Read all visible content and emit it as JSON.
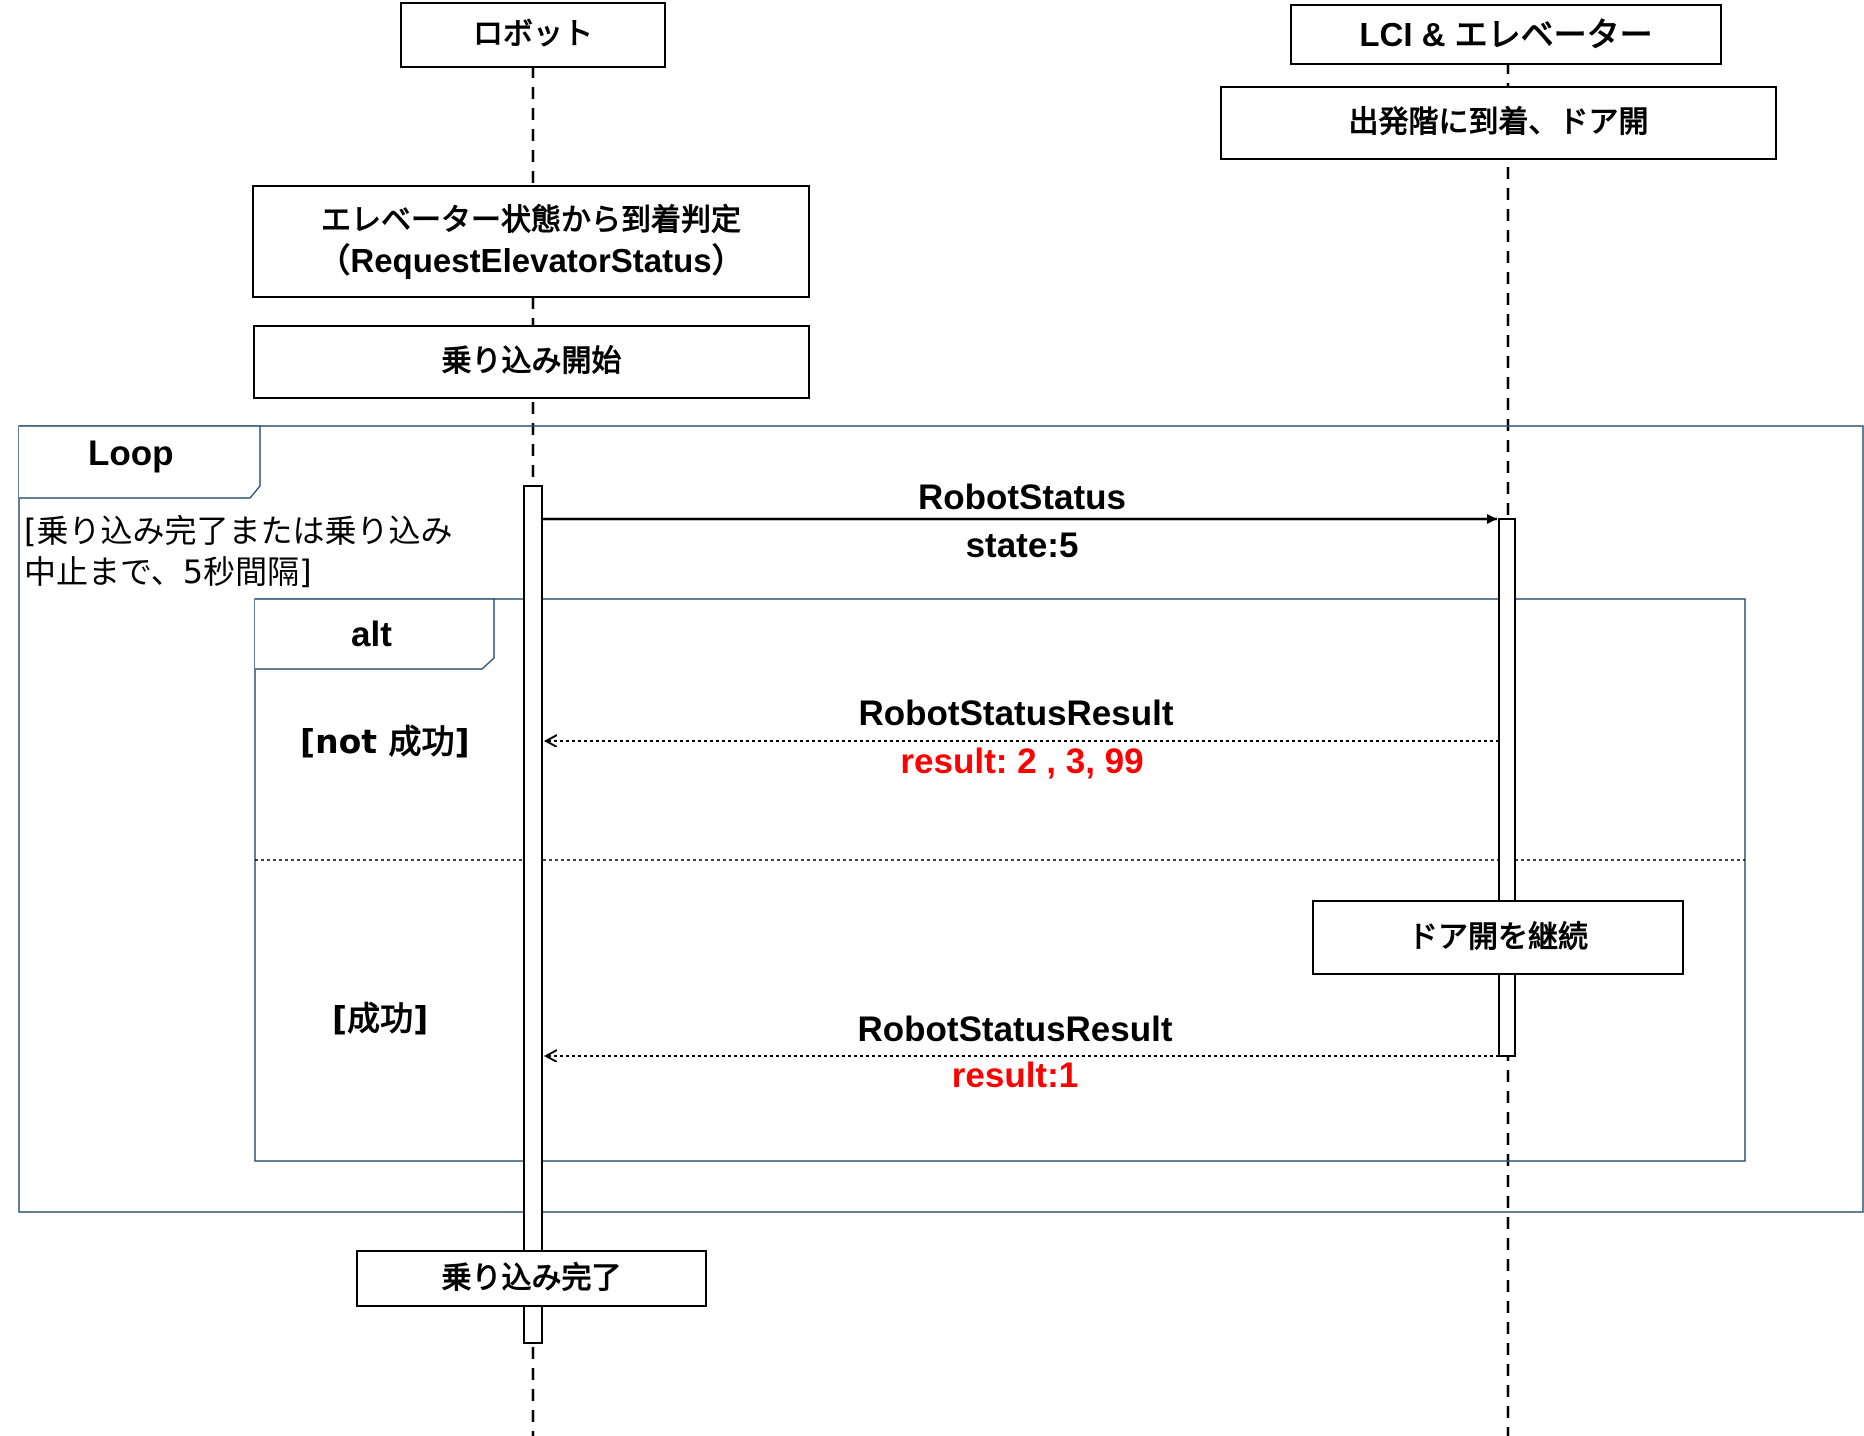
{
  "participants": {
    "robot": "ロボット",
    "lci": "LCI & エレベーター"
  },
  "notes": {
    "door_open_arrival": "出発階に到着、ドア開",
    "judge_line1": "エレベーター状態から到着判定",
    "judge_line2": "（RequestElevatorStatus）",
    "boarding_start": "乗り込み開始",
    "door_keep_open": "ドア開を継続",
    "boarding_done": "乗り込み完了"
  },
  "loop": {
    "label": "Loop",
    "guard_line1": "[乗り込み完了または乗り込み",
    "guard_line2": "中止まで、5秒間隔]"
  },
  "alt": {
    "label": "alt",
    "guard_fail": "[not 成功]",
    "guard_success": "[成功]"
  },
  "messages": {
    "request_name": "RobotStatus",
    "request_param": "state:5",
    "fail_name": "RobotStatusResult",
    "fail_param": "result: 2 , 3, 99",
    "success_name": "RobotStatusResult",
    "success_param": "result:1"
  },
  "colors": {
    "line": "#000000",
    "frame_border": "#2f5575",
    "highlight": "#ff0000"
  }
}
